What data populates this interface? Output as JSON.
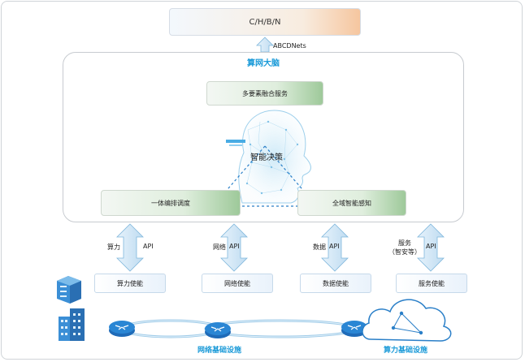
{
  "top_box": {
    "label": "C/H/B/N"
  },
  "arrow_label": "ABCDNets",
  "brain": {
    "title": "算网大脑",
    "service_box": "多要素融合服务",
    "decision": "智能决策",
    "orchestration_box": "一体编排调度",
    "perception_box": "全域智能感知"
  },
  "connectors": [
    {
      "label": "算力",
      "api": "API",
      "box": "算力使能"
    },
    {
      "label": "网络",
      "api": "API",
      "box": "网络使能"
    },
    {
      "label": "数据",
      "api": "API",
      "box": "数据使能"
    },
    {
      "label": "服务\n（智安等）",
      "api": "API",
      "box": "服务使能"
    }
  ],
  "bottom": {
    "network_label": "网络基础设施",
    "compute_label": "算力基础设施"
  },
  "colors": {
    "accent": "#1a9ad8",
    "arrow": "#cfe6f5",
    "arrow_stroke": "#7fb7dc",
    "router": "#2a7fc8"
  }
}
